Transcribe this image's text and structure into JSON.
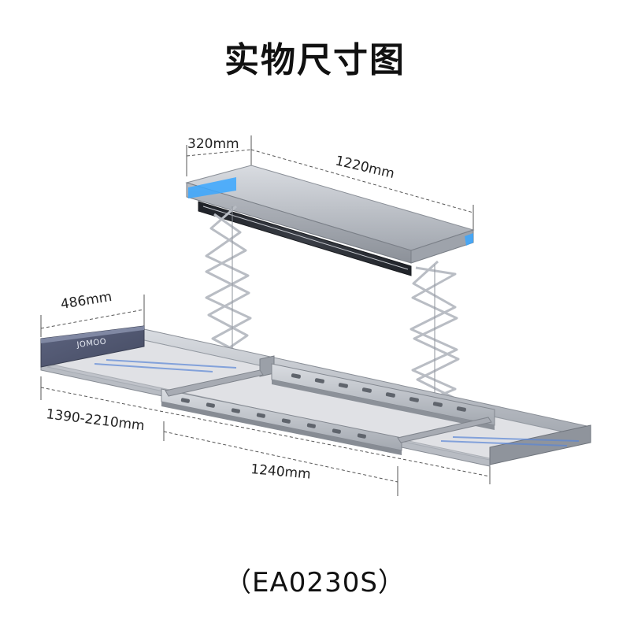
{
  "title": "实物尺寸图",
  "model": "（EA0230S）",
  "brand": "JOMOO",
  "dimensions": {
    "motor_depth": "320mm",
    "motor_length": "1220mm",
    "rack_depth": "486mm",
    "rack_length": "1390-2210mm",
    "bar_length": "1240mm"
  },
  "colors": {
    "aluminum": "#a9adb5",
    "aluminum_dark": "#7e838b",
    "light_strip": "#2f9bff",
    "end_cap": "#6d7489",
    "lamp_panel": "#2c2f36"
  }
}
